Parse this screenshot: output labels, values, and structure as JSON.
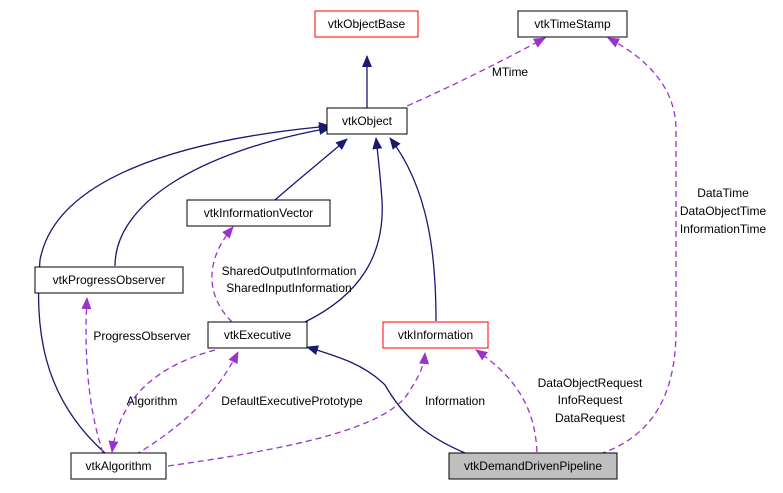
{
  "colors": {
    "background": "#ffffff",
    "box_border_default": "#000000",
    "box_border_highlight": "#ff0000",
    "box_fill_focus": "#bfbfbf",
    "inheritance_edge": "#191970",
    "usage_edge": "#9a32cd"
  },
  "nodes": {
    "vtkObjectBase": "vtkObjectBase",
    "vtkTimeStamp": "vtkTimeStamp",
    "vtkObject": "vtkObject",
    "vtkInformationVector": "vtkInformationVector",
    "vtkProgressObserver": "vtkProgressObserver",
    "vtkExecutive": "vtkExecutive",
    "vtkInformation": "vtkInformation",
    "vtkAlgorithm": "vtkAlgorithm",
    "vtkDemandDrivenPipeline": "vtkDemandDrivenPipeline"
  },
  "labels": {
    "mtime": "MTime",
    "timestamps": [
      "DataTime",
      "DataObjectTime",
      "InformationTime"
    ],
    "shared_info": [
      "SharedOutputInformation",
      "SharedInputInformation"
    ],
    "progress_observer": "ProgressObserver",
    "algorithm": "Algorithm",
    "default_executive_prototype": "DefaultExecutivePrototype",
    "information": "Information",
    "requests": [
      "DataObjectRequest",
      "InfoRequest",
      "DataRequest"
    ]
  }
}
